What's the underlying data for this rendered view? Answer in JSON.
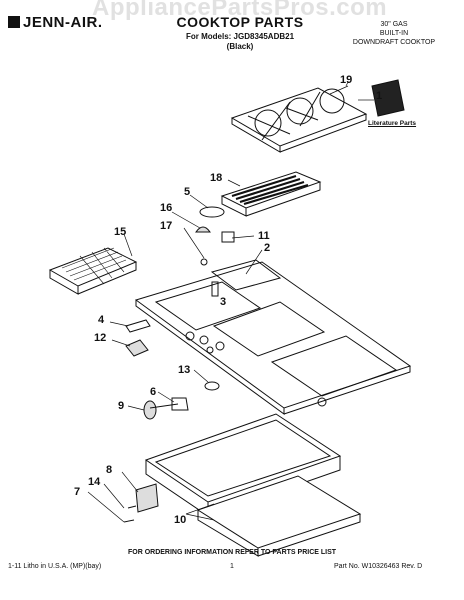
{
  "watermark": "AppliancePartsPros.com",
  "header": {
    "brand": "JENN-AIR.",
    "title": "COOKTOP PARTS",
    "models_line": "For Models: JGD8345ADB21",
    "models_color": "(Black)",
    "desc_line1": "30\" GAS",
    "desc_line2": "BUILT-IN",
    "desc_line3": "DOWNDRAFT COOKTOP"
  },
  "literature_label": "Literature Parts",
  "callouts": [
    "1",
    "2",
    "3",
    "4",
    "5",
    "6",
    "7",
    "8",
    "9",
    "10",
    "11",
    "12",
    "13",
    "14",
    "15",
    "16",
    "17",
    "18",
    "19"
  ],
  "footer": {
    "order_note": "FOR ORDERING INFORMATION REFER TO PARTS PRICE LIST",
    "left": "1-11 Litho in U.S.A. (MP)(bay)",
    "center": "1",
    "right": "Part No. W10326463 Rev. D"
  },
  "colors": {
    "ink": "#111111",
    "watermark": "#c8c8c8"
  }
}
